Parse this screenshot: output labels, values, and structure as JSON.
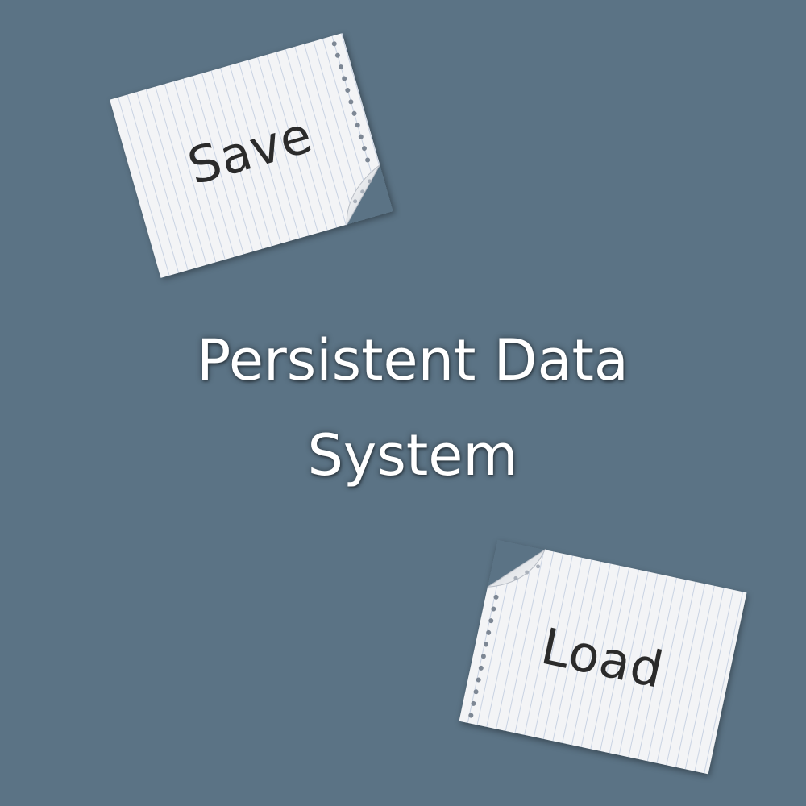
{
  "cards": {
    "save_label": "Save",
    "load_label": "Load"
  },
  "title": {
    "line1": "Persistent Data",
    "line2": "System"
  },
  "colors": {
    "background": "#5b7385",
    "paper": "#f3f4f6",
    "ruled_lines": "#c9d3e3",
    "text_on_paper": "#2b2b2b",
    "title_text": "#ffffff"
  },
  "icons": {
    "card_icon": "ruled-notepaper-icon"
  }
}
